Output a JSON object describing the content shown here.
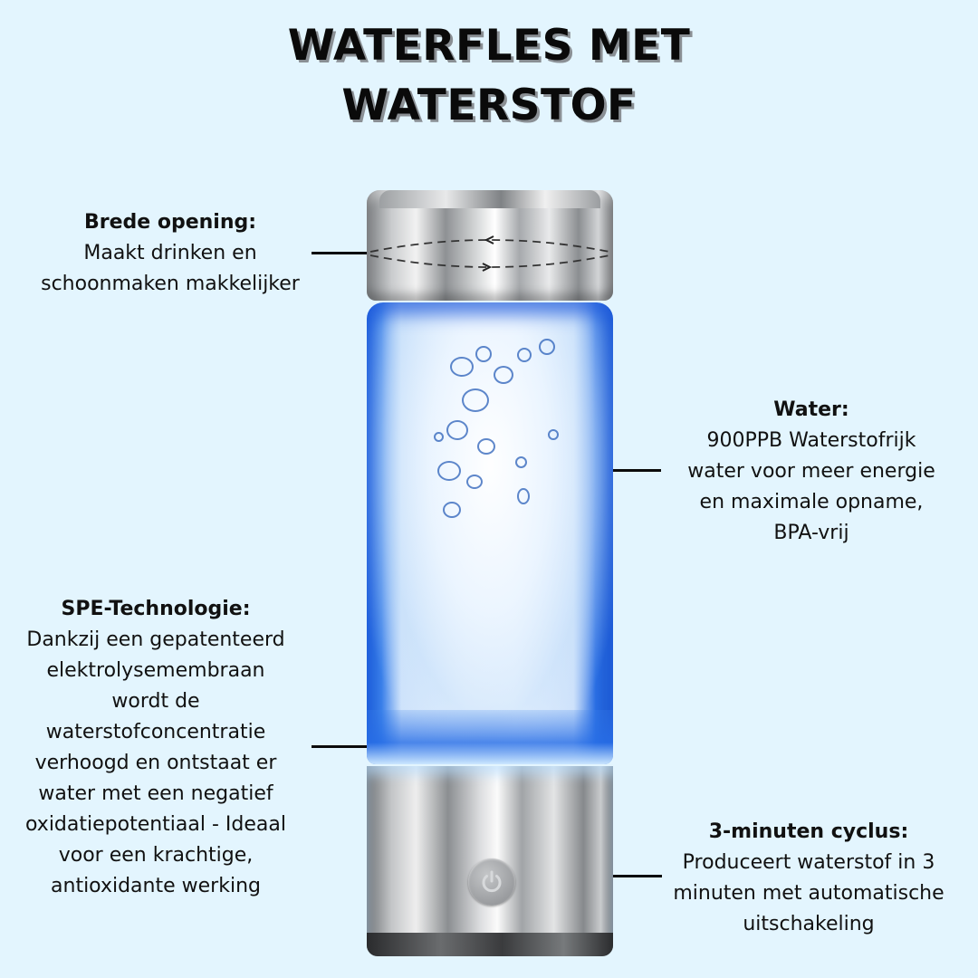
{
  "title": {
    "line1": "WATERFLES MET",
    "line2": "WATERSTOF"
  },
  "colors": {
    "background": "#E3F5FE",
    "text": "#111111",
    "leader_line": "#0B0B0B",
    "water_blue": "#1F5FD9"
  },
  "callouts": [
    {
      "id": "wide-opening",
      "heading": "Brede opening:",
      "lines": [
        "Maakt drinken en",
        "schoonmaken makkelijker"
      ]
    },
    {
      "id": "water",
      "heading": "Water:",
      "lines": [
        "900PPB Waterstofrijk",
        "water voor meer energie",
        "en maximale opname,",
        "BPA-vrij"
      ]
    },
    {
      "id": "spe-technology",
      "heading": "SPE-Technologie:",
      "lines": [
        "Dankzij een gepatenteerd",
        "elektrolysemembraan",
        "wordt de",
        "waterstofconcentratie",
        "verhoogd en ontstaat er",
        "water met een negatief",
        "oxidatiepotentiaal - Ideaal",
        "voor een krachtige,",
        "antioxidante werking"
      ]
    },
    {
      "id": "three-minute-cycle",
      "heading": "3-minuten cyclus:",
      "lines": [
        "Produceert waterstof in 3",
        "minuten met automatische",
        "uitschakeling"
      ]
    }
  ],
  "product": {
    "icons": {
      "cap": "screw-cap-icon",
      "power": "power-icon"
    }
  }
}
